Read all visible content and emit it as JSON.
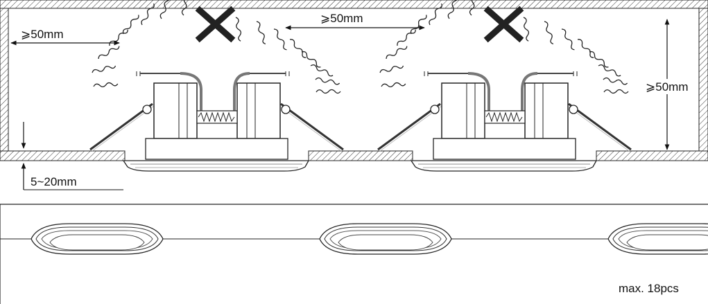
{
  "installation_diagram": {
    "labels": {
      "spacing_from_side": "⩾50mm",
      "spacing_between_lights": "⩾50mm",
      "clearance_above": "⩾50mm",
      "ceiling_thickness": "5~20mm"
    },
    "heat_warning_icon": "no-cover-x-icon"
  },
  "chain_diagram": {
    "max_count_label": "max. 18pcs"
  }
}
